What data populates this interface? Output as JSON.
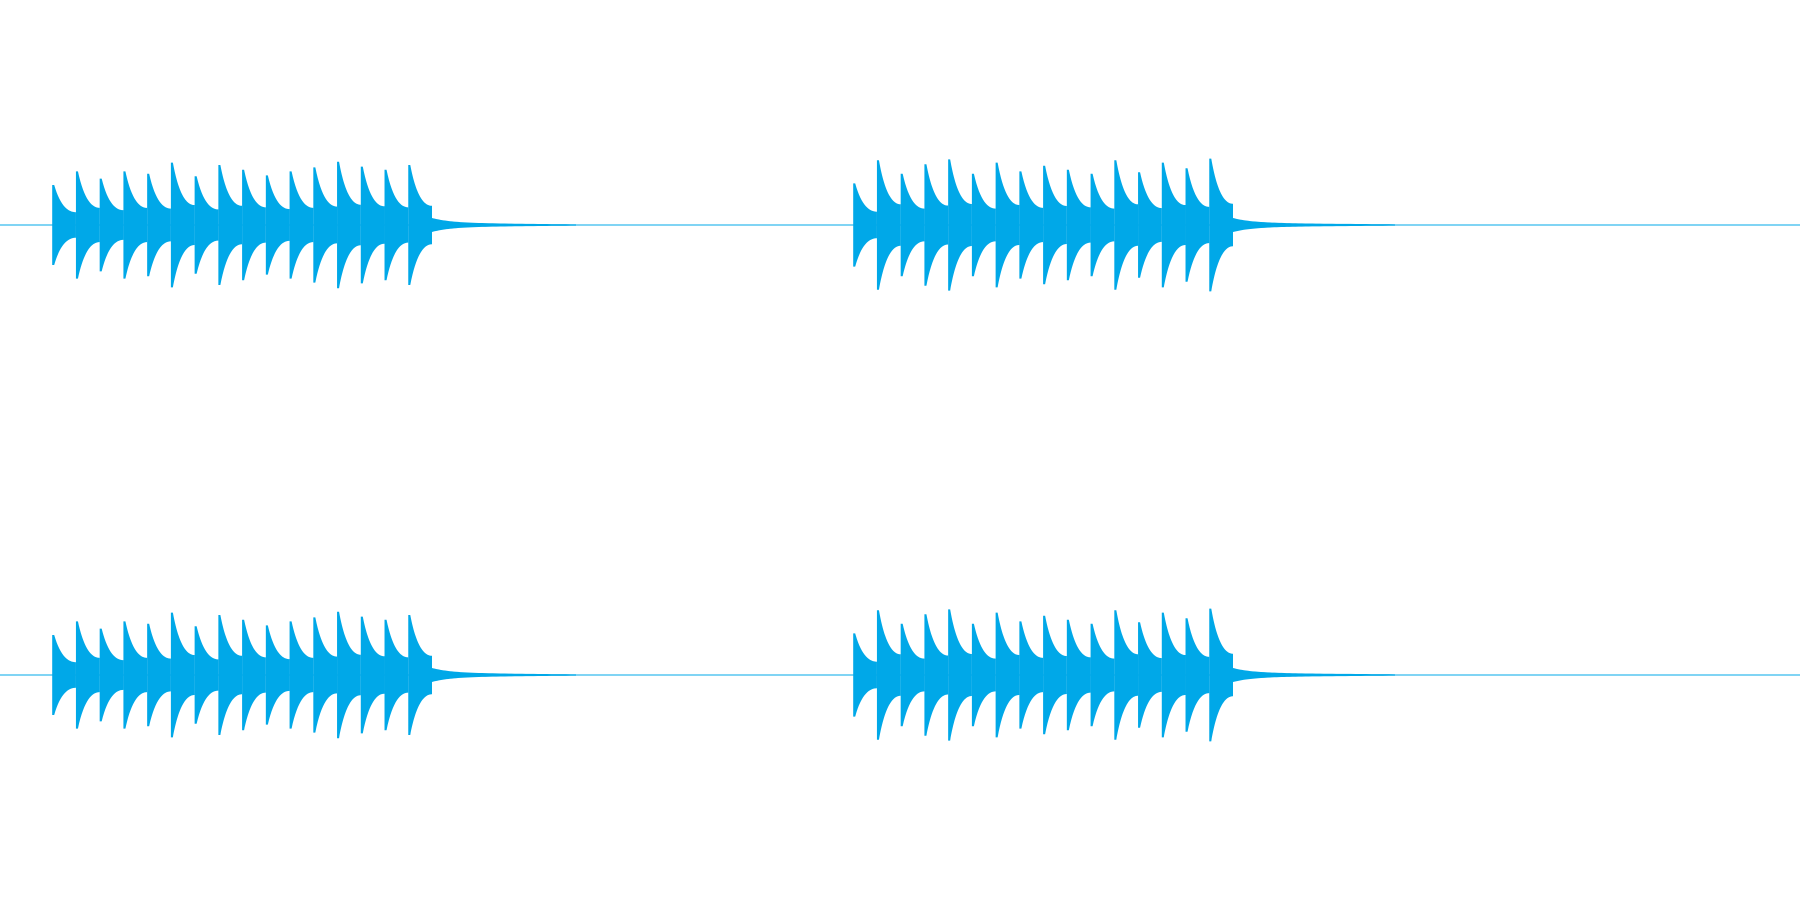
{
  "chart_data": {
    "type": "area",
    "title": "",
    "xlabel": "",
    "ylabel": "",
    "grid": false,
    "legend": "none",
    "color": "#00a8e8",
    "channels": [
      {
        "bursts": [
          {
            "start": 0.029,
            "end": 0.24,
            "tail_end": 0.32,
            "peaks": [
              0.5,
              0.67,
              0.58,
              0.67,
              0.64,
              0.78,
              0.61,
              0.75,
              0.69,
              0.62,
              0.67,
              0.72,
              0.79,
              0.73,
              0.69,
              0.75
            ]
          },
          {
            "start": 0.474,
            "end": 0.685,
            "tail_end": 0.775,
            "peaks": [
              0.52,
              0.81,
              0.64,
              0.76,
              0.82,
              0.64,
              0.78,
              0.67,
              0.74,
              0.69,
              0.64,
              0.81,
              0.66,
              0.78,
              0.71,
              0.83
            ]
          }
        ]
      },
      {
        "bursts": [
          {
            "start": 0.029,
            "end": 0.24,
            "tail_end": 0.32,
            "peaks": [
              0.5,
              0.67,
              0.58,
              0.67,
              0.64,
              0.78,
              0.61,
              0.75,
              0.69,
              0.62,
              0.67,
              0.72,
              0.79,
              0.73,
              0.69,
              0.75
            ]
          },
          {
            "start": 0.474,
            "end": 0.685,
            "tail_end": 0.775,
            "peaks": [
              0.52,
              0.81,
              0.64,
              0.76,
              0.82,
              0.64,
              0.78,
              0.67,
              0.74,
              0.69,
              0.64,
              0.81,
              0.66,
              0.78,
              0.71,
              0.83
            ]
          }
        ]
      }
    ]
  }
}
